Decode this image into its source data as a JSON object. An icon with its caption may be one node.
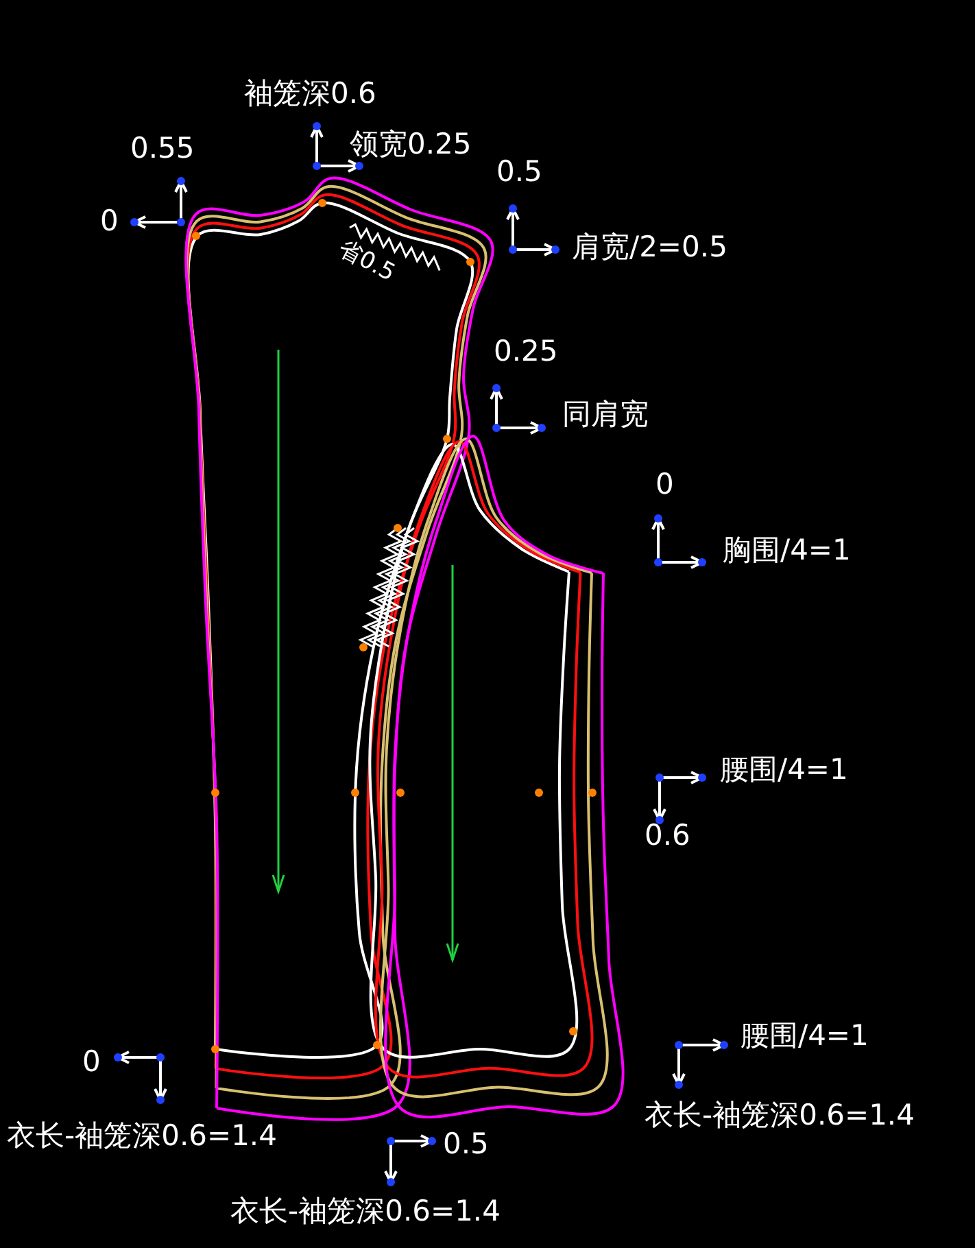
{
  "diagram": {
    "labels": [
      "袖笼深0.6",
      "0.55",
      "领宽0.25",
      "0",
      "0.5",
      "肩宽/2=0.5",
      "省0.5",
      "0.25",
      "同肩宽",
      "0",
      "胸围/4=1",
      "腰围/4=1",
      "0.6",
      "腰围/4=1",
      "0",
      "衣长-袖笼深0.6=1.4",
      "衣长-袖笼深0.6=1.4",
      "0.5",
      "衣长-袖笼深0.6=1.4"
    ]
  }
}
